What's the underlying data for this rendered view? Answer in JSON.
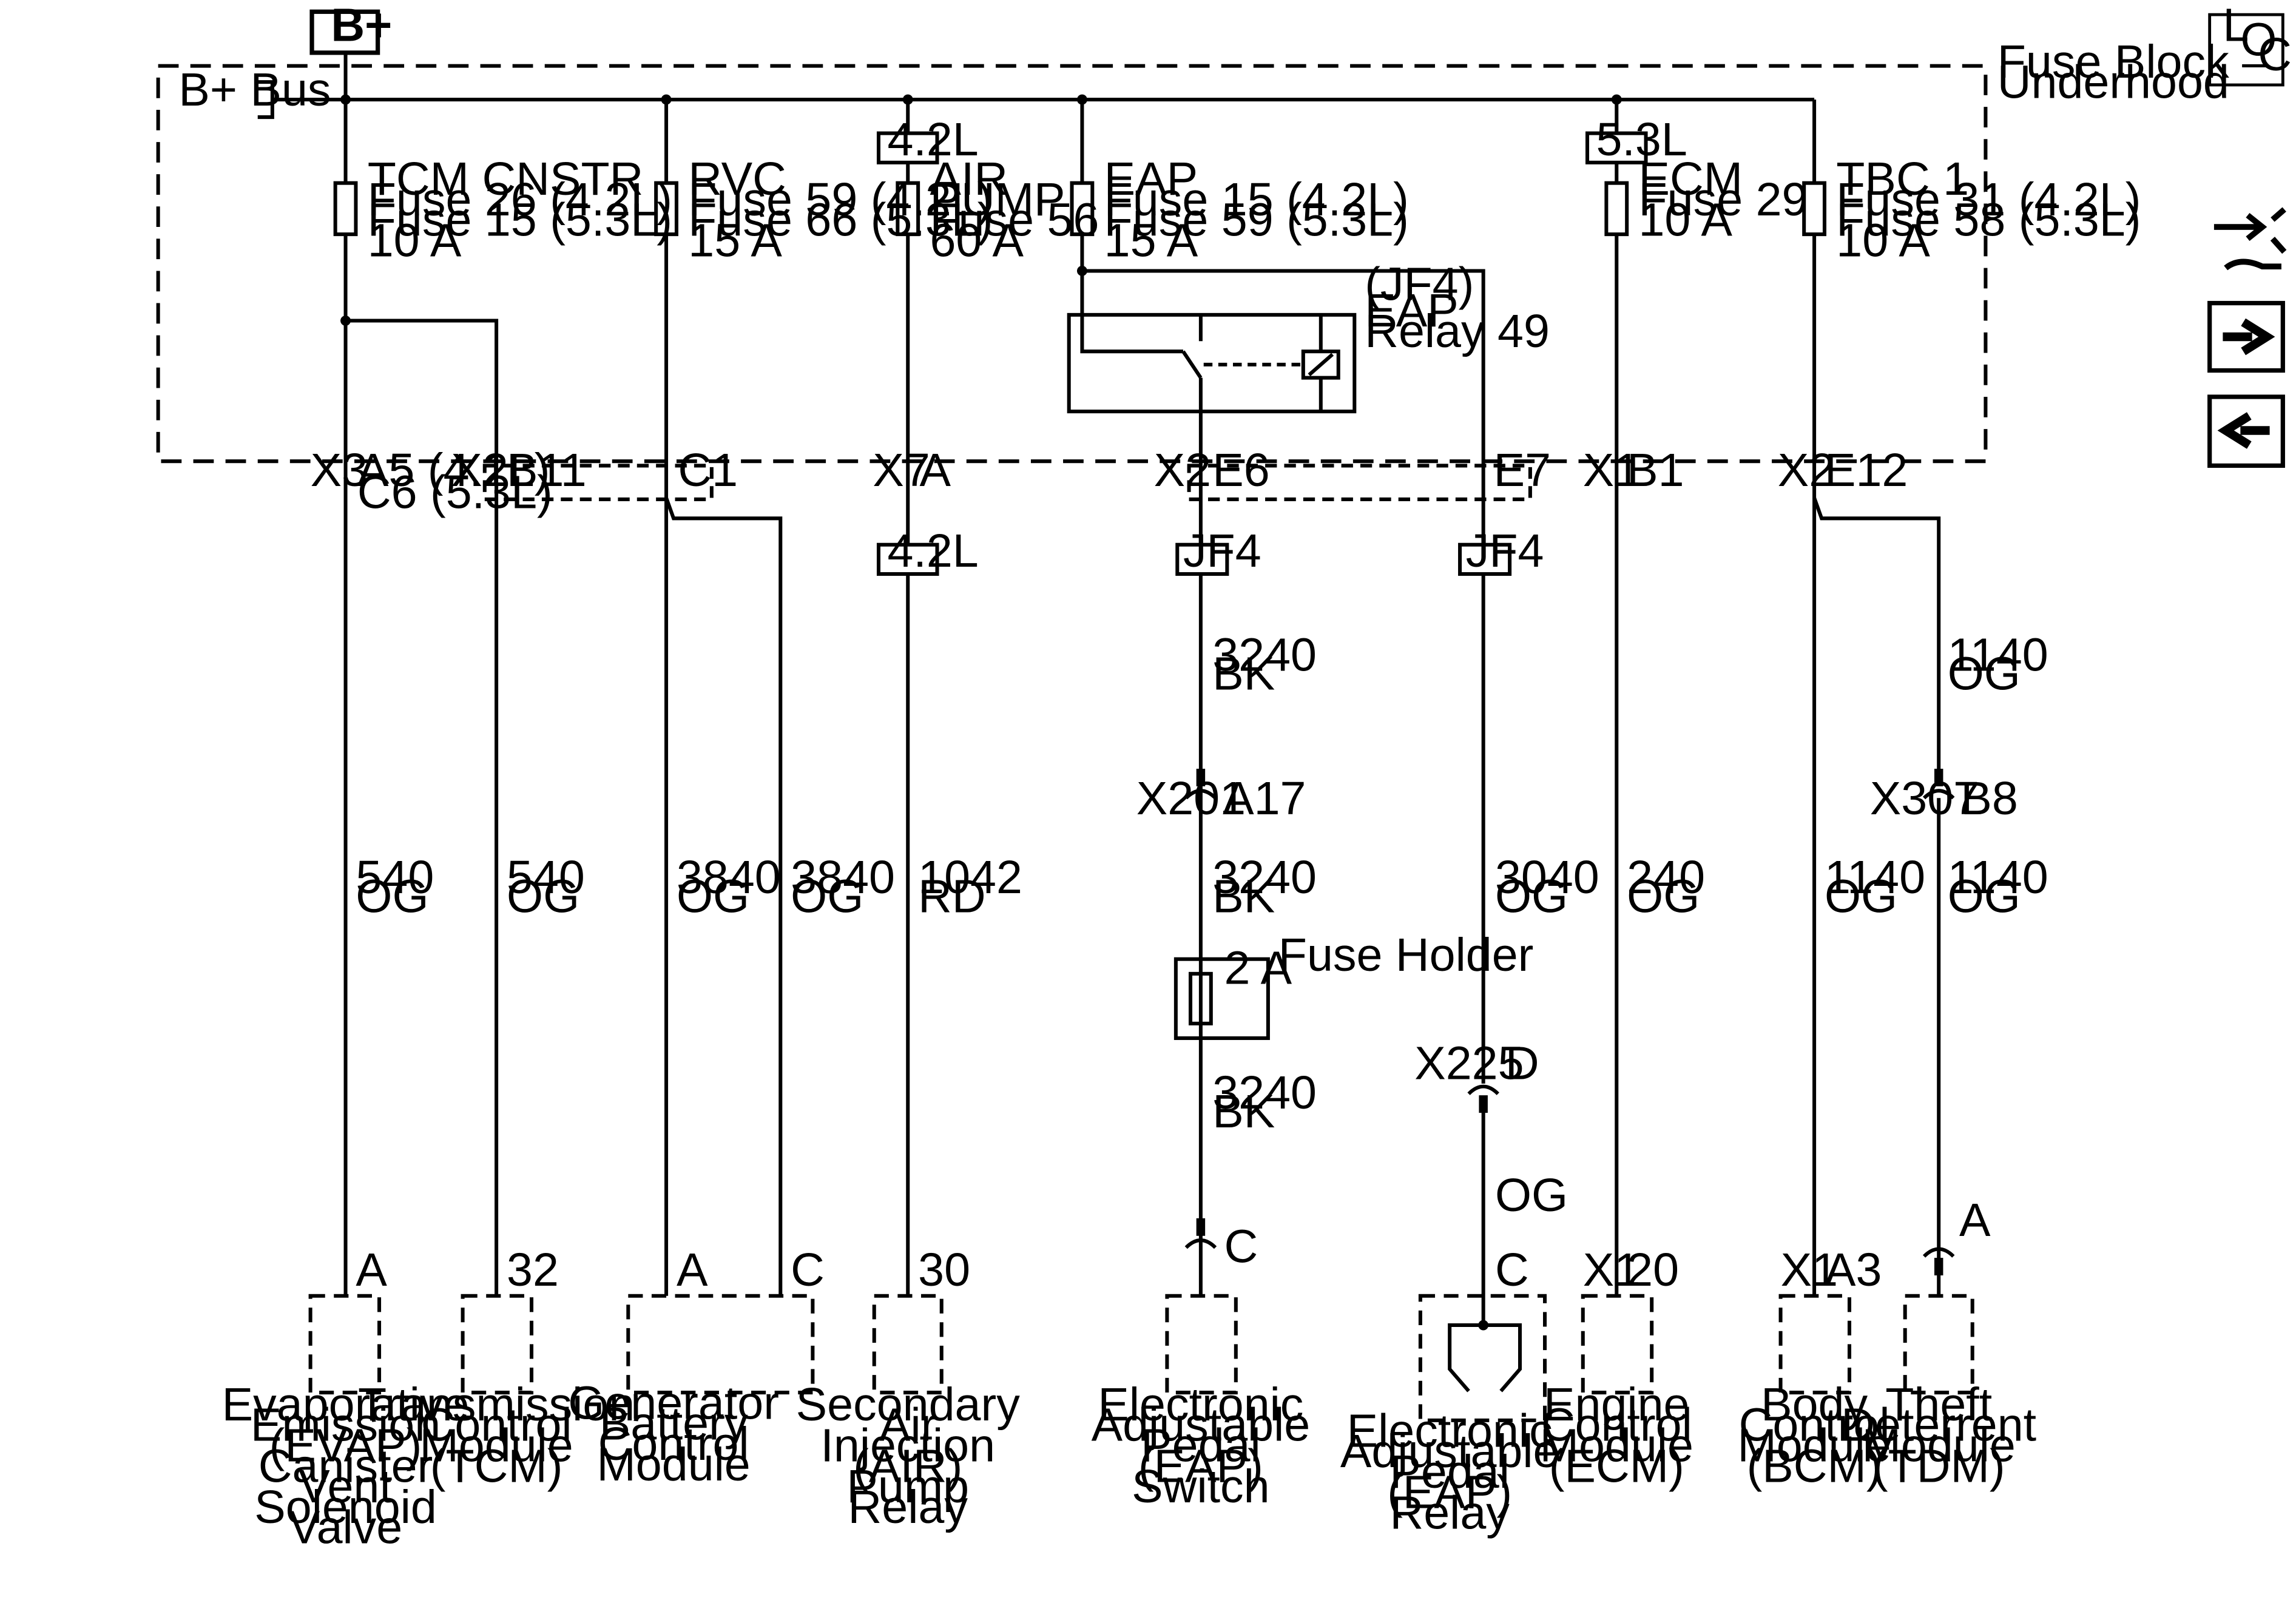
{
  "supply": {
    "battery_label": "B+",
    "bus_label": "B+ Bus",
    "fuse_block_line1": "Fuse Block –",
    "fuse_block_line2": "Underhood"
  },
  "nav": {
    "loc_l": "L",
    "loc_o": "O",
    "loc_c": "C",
    "icons": [
      "loc-icon",
      "connector-repair-icon",
      "next-page-arrow-icon",
      "previous-page-arrow-icon"
    ]
  },
  "engine_tags": {
    "air_top": "4.2L",
    "ecm_top": "5.3L",
    "air_bottom": "4.2L"
  },
  "fuses": {
    "tcm": [
      "TCM CNSTR",
      "Fuse 26 (4.2L)",
      "Fuse 15 (5.3L)",
      "10 A"
    ],
    "rvc": [
      "RVC",
      "Fuse 59 (4.2L)",
      "Fuse 66 (5.3L)",
      "15 A"
    ],
    "air": [
      "AIR",
      "PUMP",
      "Fuse 56",
      "60 A"
    ],
    "eap": [
      "EAP",
      "Fuse 15 (4.2L)",
      "Fuse 59 (5.3L)",
      "15 A"
    ],
    "ecm": [
      "ECM",
      "Fuse 29",
      "10 A"
    ],
    "tbc": [
      "TBC 1",
      "Fuse 31 (4.2L)",
      "Fuse 58 (5.3L)",
      "10 A"
    ]
  },
  "relay": {
    "splice": "(JF4)",
    "name1": "EAP",
    "name2": "Relay 49"
  },
  "fuse_block_pins": {
    "x3": "X3",
    "a5": "A5 (4.2L)",
    "c6": "C6 (5.3L)",
    "x1_b11": "X1",
    "b11": "B11",
    "c1": "C1",
    "x7": "X7",
    "a": "A",
    "x2_e6": "X2",
    "e6": "E6",
    "e7": "E7",
    "x1_b1": "X1",
    "b1": "B1",
    "x2_e12": "X2",
    "e12": "E12"
  },
  "splices": {
    "jf4_a": "JF4",
    "jf4_b": "JF4"
  },
  "wires": {
    "w3240_1": [
      "3240",
      "BK"
    ],
    "w3240_2": [
      "3240",
      "BK"
    ],
    "w3240_3": [
      "3240",
      "BK"
    ],
    "w1140_top": [
      "1140",
      "OG"
    ],
    "w540_evap": [
      "540",
      "OG"
    ],
    "w540_tcm": [
      "540",
      "OG"
    ],
    "w3840_a": [
      "3840",
      "OG"
    ],
    "w3840_c": [
      "3840",
      "OG"
    ],
    "w1042": [
      "1042",
      "RD"
    ],
    "w3040": [
      "3040",
      "OG"
    ],
    "w240": [
      "240",
      "OG"
    ],
    "w1140_bcm": [
      "1140",
      "OG"
    ],
    "w1140_tdm": [
      "1140",
      "OG"
    ],
    "og_relay": "OG"
  },
  "inline_connectors": {
    "x201": "X201",
    "a17": "A17",
    "x307": "X307",
    "b8": "B8",
    "x225": "X225",
    "d": "D",
    "eap_c": "C",
    "tdm_a": "A"
  },
  "fuse_holder": {
    "label": "Fuse Holder",
    "rating": "2 A"
  },
  "component_pins": {
    "evap_a": "A",
    "tcm_32": "32",
    "gen_a": "A",
    "gen_c": "C",
    "air_30": "30",
    "relay_c": "C",
    "ecm_x1": "X1",
    "ecm_20": "20",
    "bcm_x1": "X1",
    "bcm_a3": "A3"
  },
  "components": {
    "evap": [
      "Evaporative",
      "Emission",
      "(EVAP)",
      "Canister",
      "Vent",
      "Solenoid",
      "Valve"
    ],
    "tcm": [
      "Transmission",
      "Control",
      "Module",
      "(TCM)"
    ],
    "generator": [
      "Generator",
      "Battery",
      "Control",
      "Module"
    ],
    "air_relay": [
      "Secondary",
      "Air",
      "Injection",
      "(AIR)",
      "Pump",
      "Relay"
    ],
    "eap_switch": [
      "Electronic",
      "Adjustable",
      "Pedal",
      "(EAP)",
      "Switch"
    ],
    "eap_relay": [
      "Electronic",
      "Adjustable",
      "Pedal",
      "(EAP)",
      "Relay"
    ],
    "ecm": [
      "Engine",
      "Control",
      "Module",
      "(ECM)"
    ],
    "bcm": [
      "Body",
      "Control",
      "Module",
      "(BCM)"
    ],
    "tdm": [
      "Theft",
      "Deterrent",
      "Module",
      "(TDM)"
    ]
  }
}
